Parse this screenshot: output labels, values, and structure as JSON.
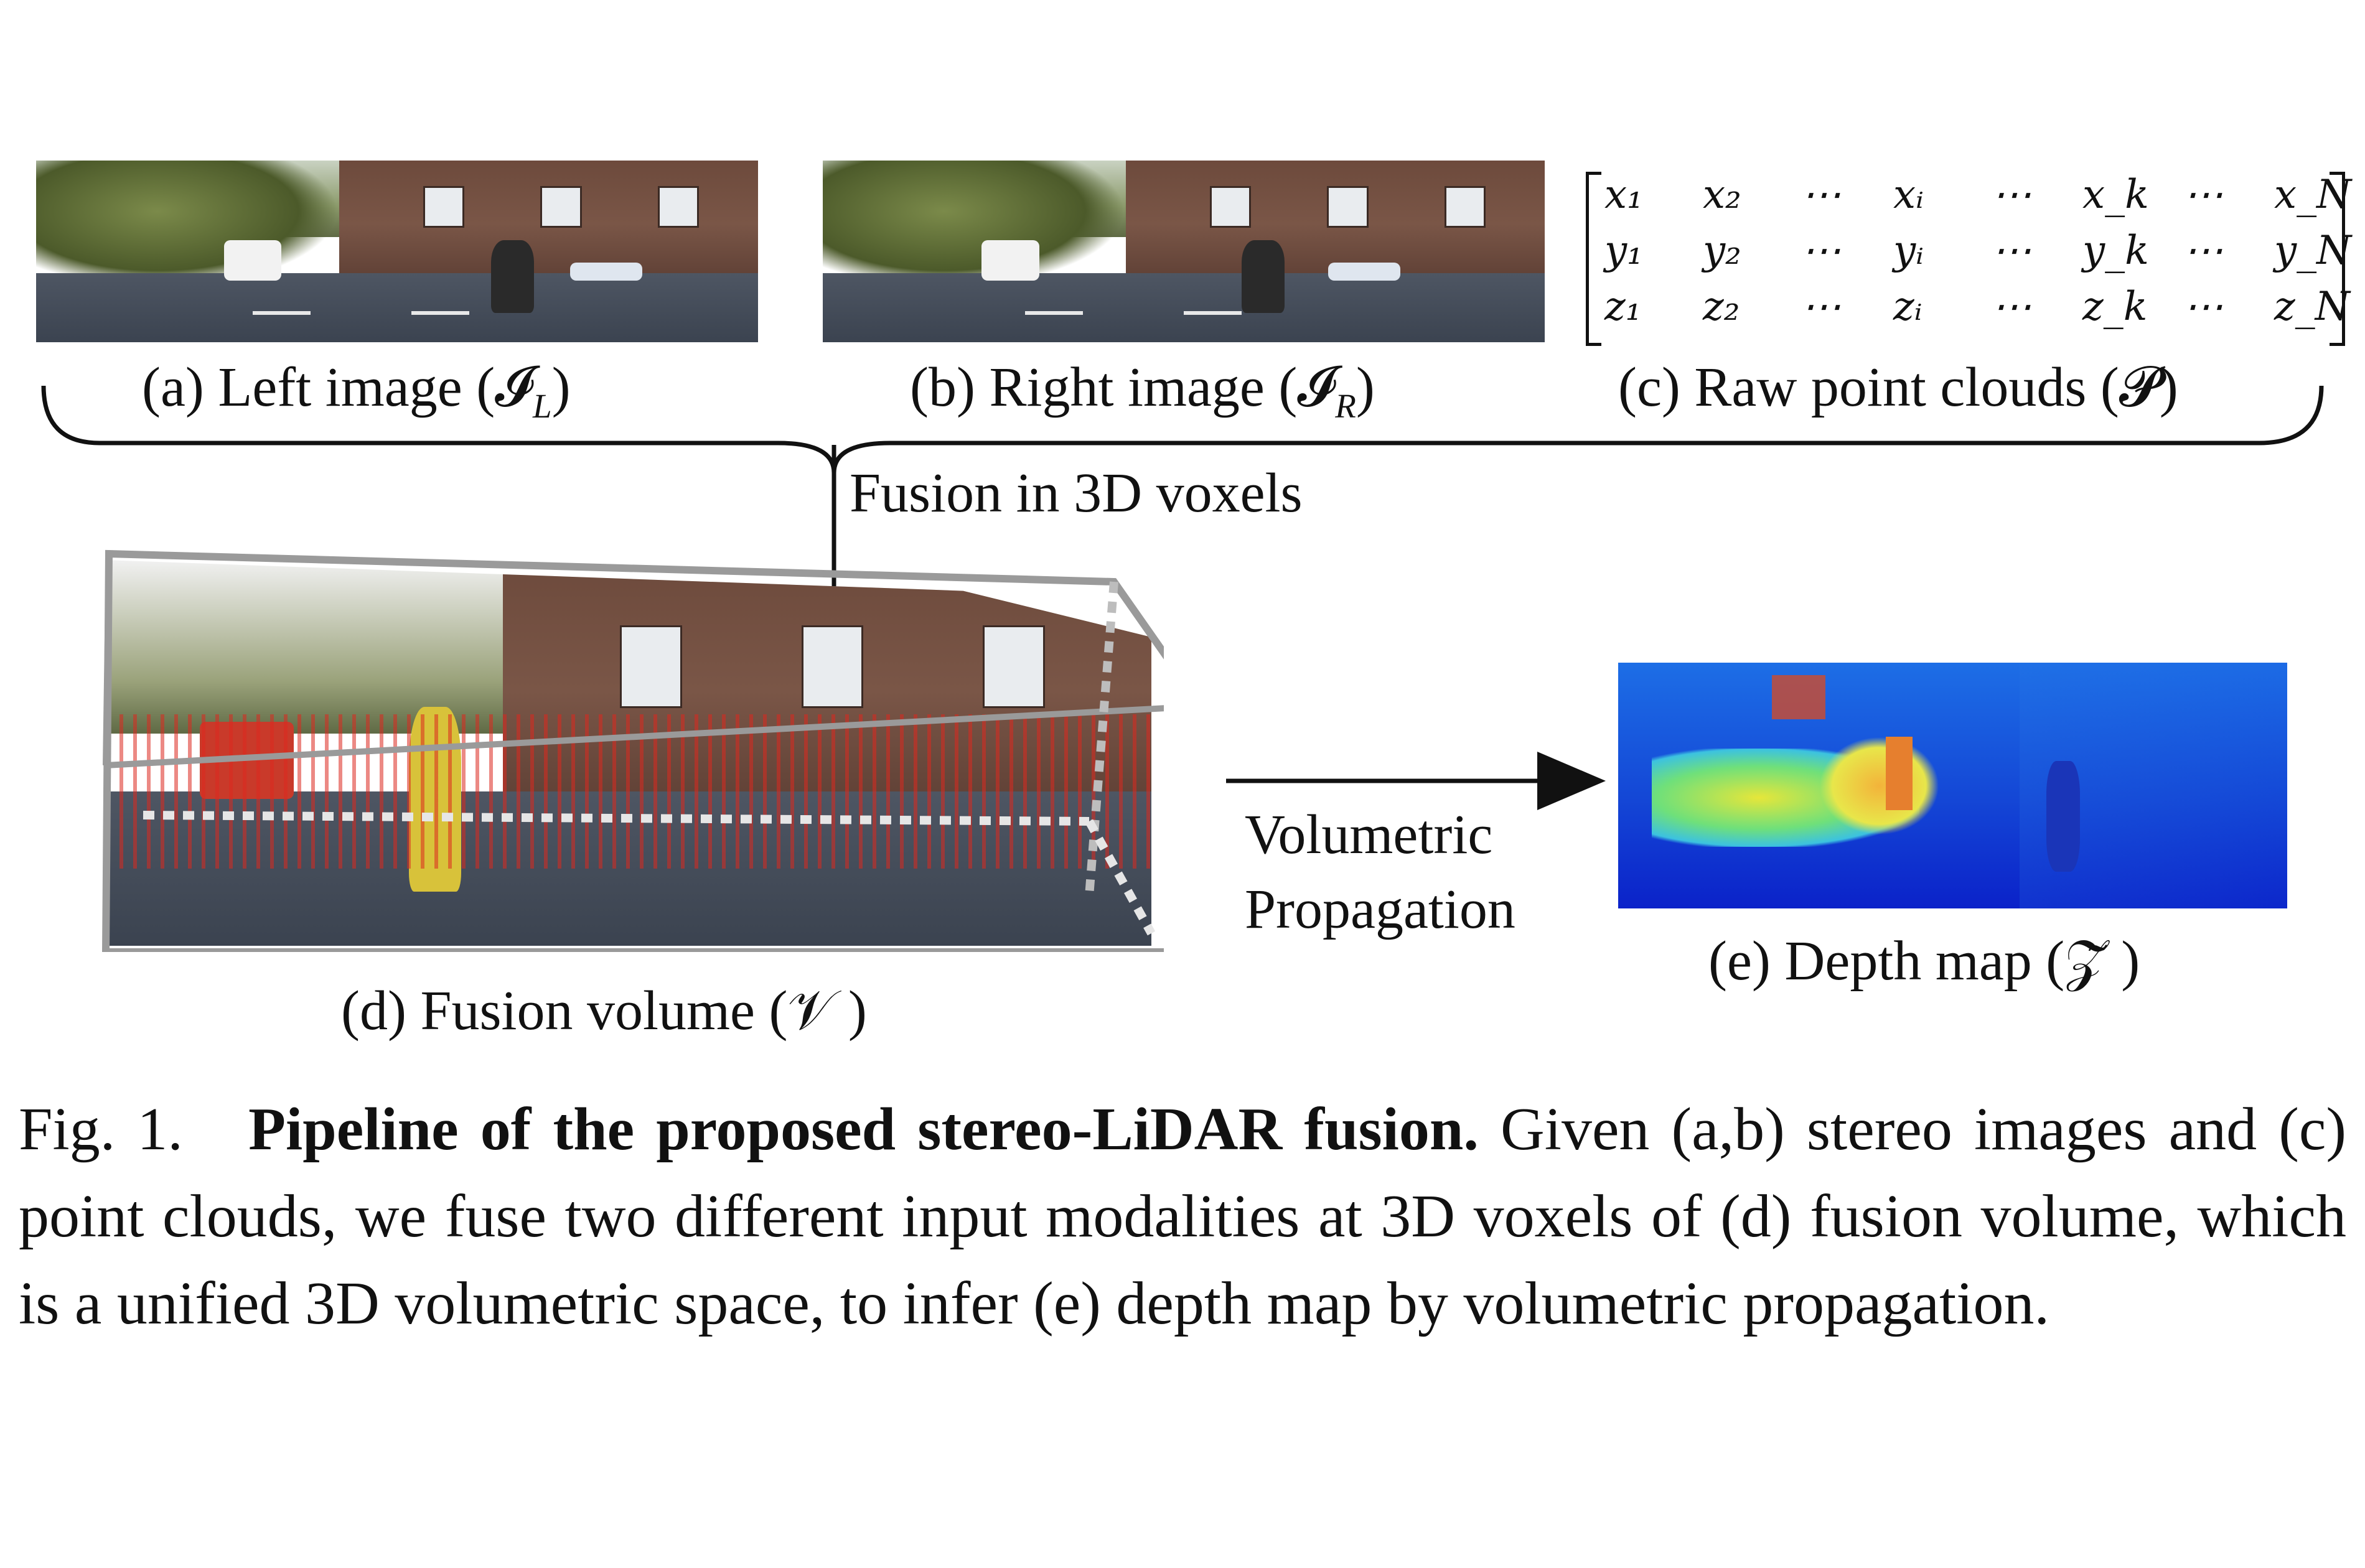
{
  "panels": {
    "a_label": "(a) Left image (𝓘",
    "a_sub": "L",
    "a_close": ")",
    "b_label": "(b) Right image (𝓘",
    "b_sub": "R",
    "b_close": ")",
    "c_label": "(c) Raw point clouds (𝓟)",
    "d_label": "(d) Fusion volume (𝒱 )",
    "e_label": "(e) Depth map (𝒵̃ )"
  },
  "arrows": {
    "fusion_label": "Fusion in 3D voxels",
    "propagation_line1": "Volumetric",
    "propagation_line2": "Propagation"
  },
  "matrix": {
    "rows": [
      [
        "x₁",
        "x₂",
        "⋯",
        "xᵢ",
        "⋯",
        "x_k",
        "⋯",
        "x_N"
      ],
      [
        "y₁",
        "y₂",
        "⋯",
        "yᵢ",
        "⋯",
        "y_k",
        "⋯",
        "y_N"
      ],
      [
        "z₁",
        "z₂",
        "⋯",
        "zᵢ",
        "⋯",
        "z_k",
        "⋯",
        "z_N"
      ]
    ]
  },
  "caption": {
    "fig_number": "Fig. 1.",
    "title": "Pipeline of the proposed stereo-LiDAR fusion.",
    "body": "Given (a,b) stereo images and (c) point clouds, we fuse two different input modalities at 3D voxels of (d) fusion volume, which is a unified 3D volumetric space, to infer (e) depth map by volumetric propagation."
  }
}
